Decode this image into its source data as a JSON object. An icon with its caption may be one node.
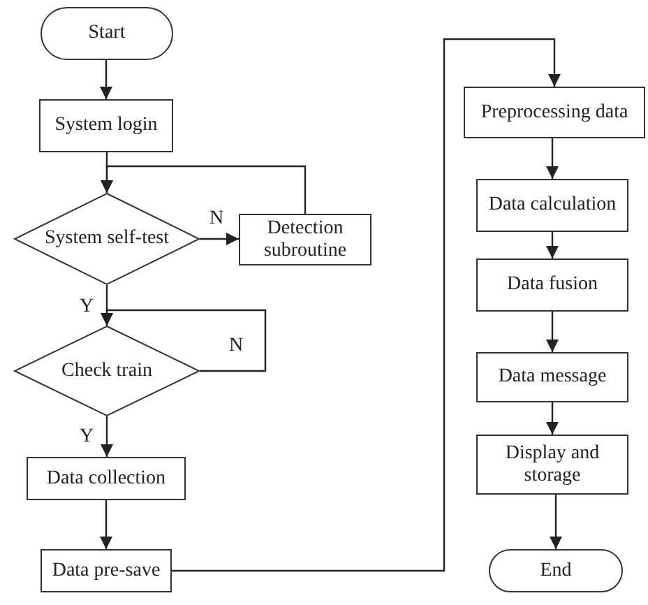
{
  "diagram": {
    "nodes": [
      {
        "text": [
          "Start"
        ]
      },
      {
        "text": [
          "System login"
        ]
      },
      {
        "text": [
          "System self-test"
        ]
      },
      {
        "text": [
          "Detection subroutine"
        ]
      },
      {
        "text": [
          "Check train"
        ]
      },
      {
        "text": [
          "Data collection"
        ]
      },
      {
        "text": [
          "Data pre-save"
        ]
      },
      {
        "text": [
          "Preprocessing data"
        ]
      },
      {
        "text": [
          "Data calculation"
        ]
      },
      {
        "text": [
          "Data fusion"
        ]
      },
      {
        "text": [
          "Data message"
        ]
      },
      {
        "text": [
          "Display and storage"
        ]
      },
      {
        "text": [
          "End"
        ]
      }
    ],
    "edges": [
      {
        "from": 0,
        "to": 1,
        "arrow": "to"
      },
      {
        "from": 1,
        "to": 2,
        "arrow": "to"
      },
      {
        "from": 2,
        "to": 3,
        "arrow": "to",
        "label": "N"
      },
      {
        "from": 3,
        "to": 2,
        "arrow": "to"
      },
      {
        "from": 2,
        "to": 4,
        "arrow": "to",
        "label": "Y"
      },
      {
        "from": 4,
        "to": 4,
        "arrow": "to",
        "label": "N"
      },
      {
        "from": 4,
        "to": 5,
        "arrow": "to",
        "label": "Y"
      },
      {
        "from": 5,
        "to": 6,
        "arrow": "to"
      },
      {
        "from": 6,
        "to": 7,
        "arrow": "to"
      },
      {
        "from": 7,
        "to": 8,
        "arrow": "to"
      },
      {
        "from": 8,
        "to": 9,
        "arrow": "to"
      },
      {
        "from": 9,
        "to": 10,
        "arrow": "to"
      },
      {
        "from": 10,
        "to": 11,
        "arrow": "to"
      },
      {
        "from": 11,
        "to": 12,
        "arrow": "to"
      }
    ]
  }
}
